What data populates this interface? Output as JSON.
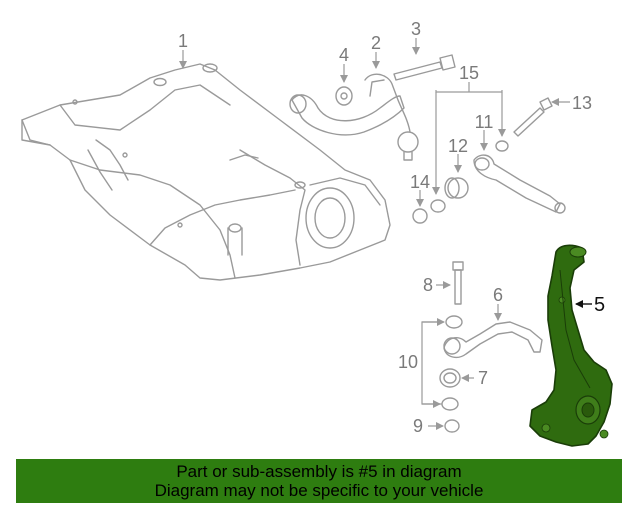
{
  "callouts": {
    "c1": "1",
    "c2": "2",
    "c3": "3",
    "c4": "4",
    "c5": "5",
    "c6": "6",
    "c7": "7",
    "c8": "8",
    "c9": "9",
    "c10": "10",
    "c11": "11",
    "c12": "12",
    "c13": "13",
    "c14": "14",
    "c15": "15"
  },
  "highlight": {
    "part_number": "5",
    "color": "#2f6b0f"
  },
  "banner": {
    "line1": "Part or sub-assembly is #5 in diagram",
    "line2": "Diagram may not be specific to your vehicle",
    "background": "#2e7d10"
  }
}
